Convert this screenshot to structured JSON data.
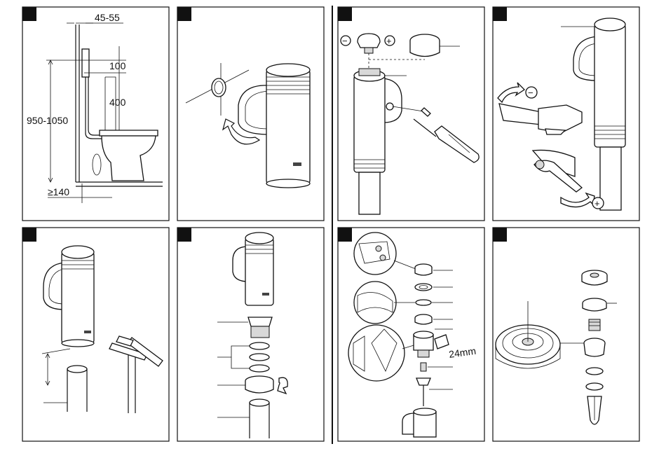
{
  "panels": [
    {
      "id": 1,
      "title": "Installation dimensions"
    },
    {
      "id": 2,
      "title": "Connect to wall union"
    },
    {
      "id": 3,
      "title": "Flow adjustment"
    },
    {
      "id": 4,
      "title": "Adjusting flush volume"
    },
    {
      "id": 5,
      "title": "Cut flush pipe"
    },
    {
      "id": 6,
      "title": "Assemble flush pipe"
    },
    {
      "id": 7,
      "title": "Cartridge assembly"
    },
    {
      "id": 8,
      "title": "Valve components"
    }
  ],
  "dimensions": {
    "width_range": "45-55",
    "top_offset": "100",
    "seat_height": "400",
    "total_height": "950-1050",
    "min_floor": "≥140"
  },
  "symbols": {
    "minus": "−",
    "plus": "+"
  },
  "tool_size": "24mm"
}
